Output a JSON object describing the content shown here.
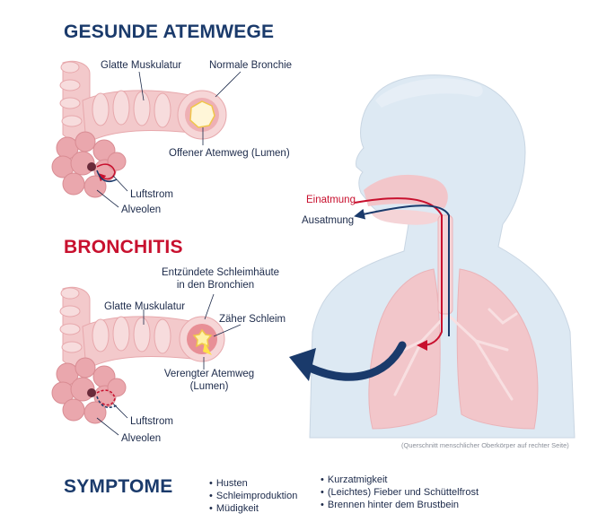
{
  "healthy": {
    "title": "GESUNDE ATEMWEGE",
    "labels": {
      "muscle": "Glatte Muskulatur",
      "bronchus": "Normale Bronchie",
      "lumen": "Offener Atemweg (Lumen)",
      "airflow": "Luftstrom",
      "alveoli": "Alveolen"
    }
  },
  "bronchitis": {
    "title": "BRONCHITIS",
    "labels": {
      "mucosa_line1": "Entzündete Schleimhäute",
      "mucosa_line2": "in den Bronchien",
      "muscle": "Glatte Muskulatur",
      "mucus": "Zäher Schleim",
      "lumen_line1": "Verengter Atemweg",
      "lumen_line2": "(Lumen)",
      "airflow": "Luftstrom",
      "alveoli": "Alveolen"
    }
  },
  "body": {
    "inhale": "Einatmung",
    "exhale": "Ausatmung",
    "note": "(Querschnitt menschlicher Oberkörper auf rechter Seite)"
  },
  "symptoms": {
    "title": "SYMPTOME",
    "col1": [
      "Husten",
      "Schleimproduktion",
      "Müdigkeit"
    ],
    "col2": [
      "Kurzatmigkeit",
      "(Leichtes) Fieber und Schüttelfrost",
      "Brennen hinter dem Brustbein"
    ]
  },
  "colors": {
    "navy": "#1a3a6b",
    "red": "#c8102e",
    "body": "#dde9f3",
    "tissue": "#f1c3c4",
    "lungs": "#f2c6ca"
  }
}
